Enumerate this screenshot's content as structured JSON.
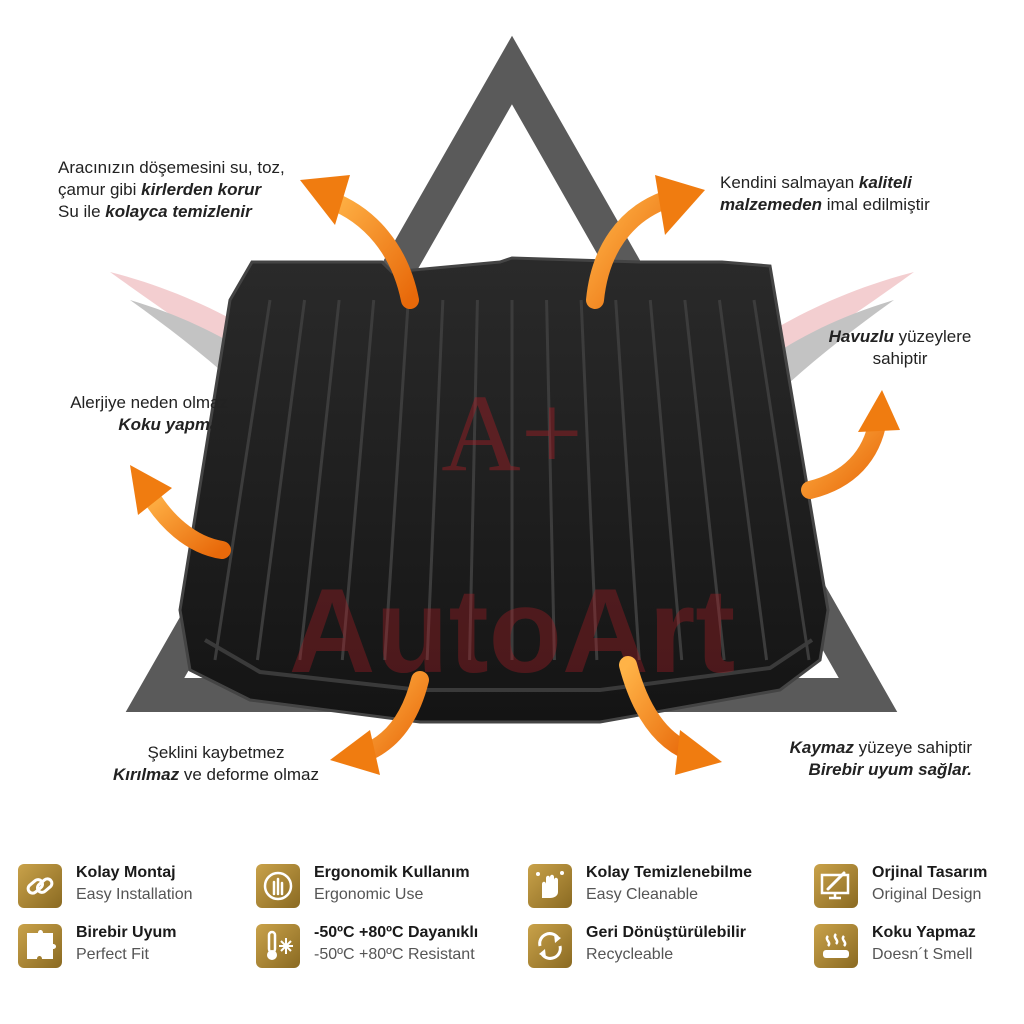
{
  "watermark": "AutoArt",
  "logo_mark": "A+",
  "callouts": {
    "top_left": {
      "l1": "Aracınızın döşemesini su, toz,",
      "l2a": "çamur  gibi ",
      "l2b": "kirlerden korur",
      "l3a": "Su ile ",
      "l3b": "kolayca temizlenir"
    },
    "top_right": {
      "l1a": "Kendini salmayan ",
      "l1b": "kaliteli",
      "l2a": "malzemeden",
      "l2b": " imal edilmiştir"
    },
    "right": {
      "l1a": "Havuzlu",
      "l1b": " yüzeylere",
      "l2": "sahiptir"
    },
    "left": {
      "l1": "Alerjiye neden olmaz",
      "l2": "Koku yapmaz"
    },
    "bottom_left": {
      "l1": "Şeklini kaybetmez",
      "l2a": "Kırılmaz",
      "l2b": " ve deforme olmaz"
    },
    "bottom_right": {
      "l1a": "Kaymaz",
      "l1b": " yüzeye sahiptir",
      "l2": "Birebir uyum sağlar."
    }
  },
  "features": [
    {
      "title": "Kolay Montaj",
      "subtitle": "Easy Installation",
      "icon": "chain-link-icon"
    },
    {
      "title": "Ergonomik Kullanım",
      "subtitle": "Ergonomic Use",
      "icon": "hand-touch-icon"
    },
    {
      "title": "Kolay Temizlenebilme",
      "subtitle": "Easy Cleanable",
      "icon": "clean-hand-icon"
    },
    {
      "title": "Orjinal Tasarım",
      "subtitle": "Original Design",
      "icon": "design-monitor-icon"
    },
    {
      "title": "Birebir Uyum",
      "subtitle": "Perfect Fit",
      "icon": "puzzle-icon"
    },
    {
      "title": "-50ºC +80ºC Dayanıklı",
      "subtitle": "-50ºC +80ºC Resistant",
      "icon": "thermometer-snowflake-icon"
    },
    {
      "title": "Geri Dönüştürülebilir",
      "subtitle": "Recycleable",
      "icon": "recycle-icon"
    },
    {
      "title": "Koku Yapmaz",
      "subtitle": "Doesn´t Smell",
      "icon": "smell-icon"
    }
  ],
  "colors": {
    "arrow": "#f07c10",
    "icon_gold": "#b08a36",
    "mat": "#1c1c1c",
    "triangle": "#5a5a5a",
    "wing": "#f2c9cc"
  }
}
